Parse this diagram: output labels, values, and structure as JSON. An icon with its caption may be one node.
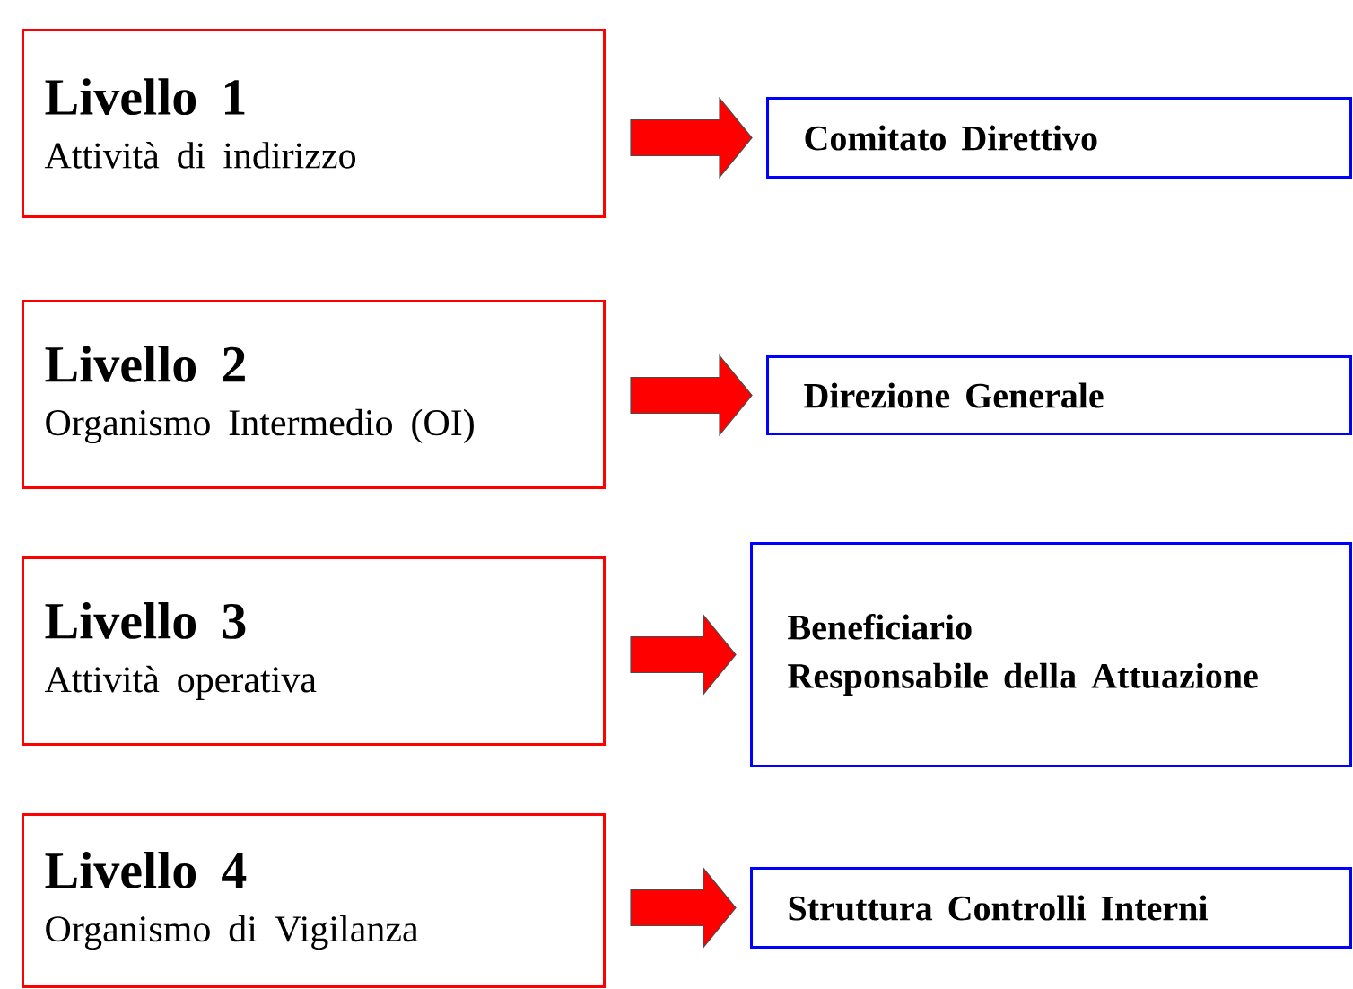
{
  "diagram": {
    "nodes": [
      {
        "text": [
          "Livello 1",
          "Attività di indirizzo"
        ]
      },
      {
        "text": [
          "Comitato Direttivo"
        ]
      },
      {
        "text": [
          "Livello 2",
          "Organismo Intermedio (OI)"
        ]
      },
      {
        "text": [
          "Direzione Generale"
        ]
      },
      {
        "text": [
          "Livello 3",
          "Attività operativa"
        ]
      },
      {
        "text": [
          "Beneficiario",
          "Responsabile della Attuazione"
        ]
      },
      {
        "text": [
          "Livello 4",
          "Organismo di Vigilanza"
        ]
      },
      {
        "text": [
          "Struttura Controlli Interni"
        ]
      }
    ],
    "edges": [
      {
        "from": 0,
        "to": 1,
        "arrow": "to"
      },
      {
        "from": 2,
        "to": 3,
        "arrow": "to"
      },
      {
        "from": 4,
        "to": 5,
        "arrow": "to"
      },
      {
        "from": 6,
        "to": 7,
        "arrow": "to"
      }
    ]
  }
}
